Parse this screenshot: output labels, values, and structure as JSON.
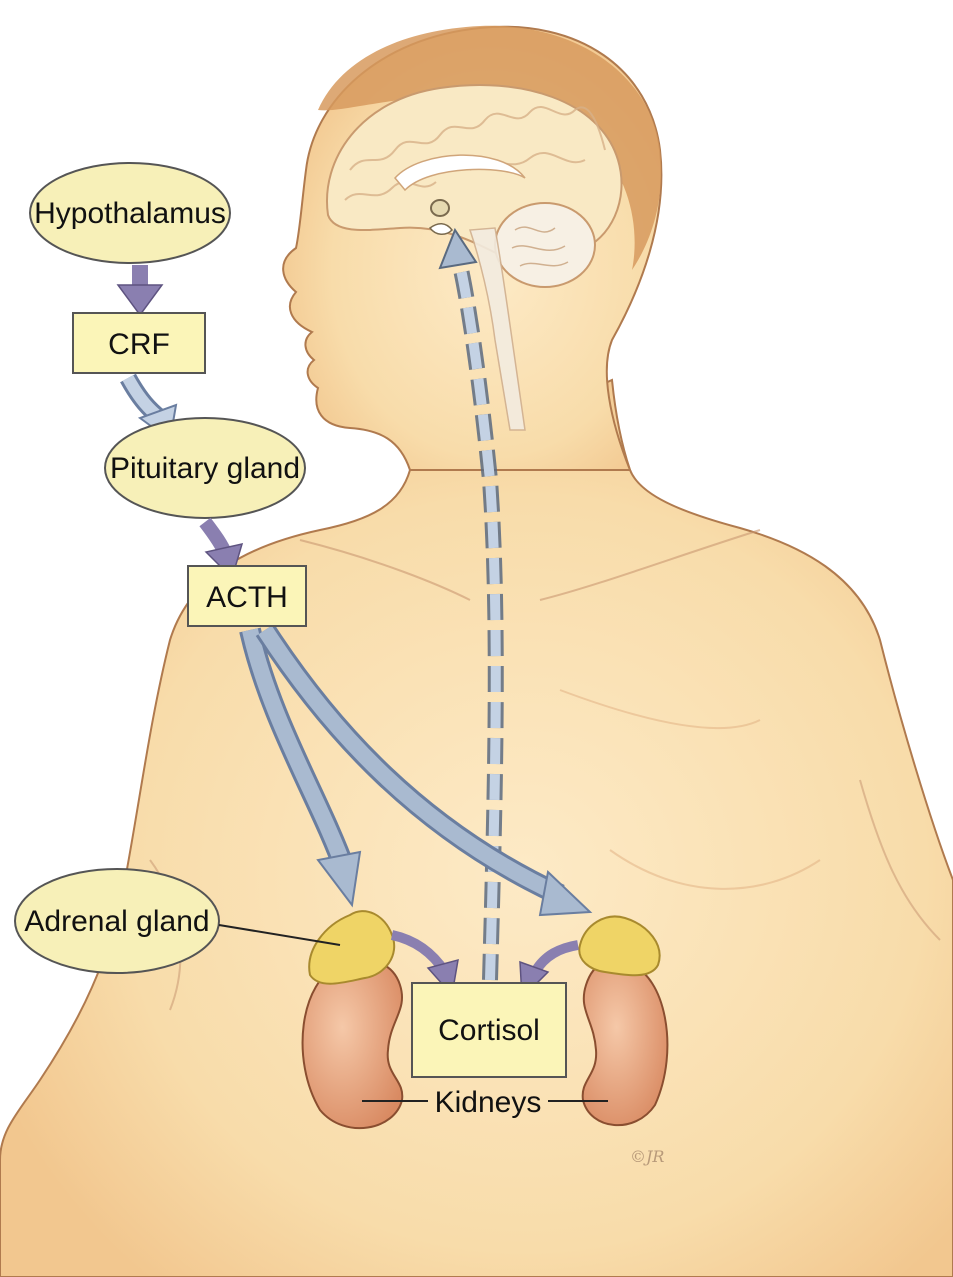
{
  "diagram": {
    "nodes": {
      "hypothalamus": "Hypothalamus",
      "crf": "CRF",
      "pituitary": "Pituitary gland",
      "acth": "ACTH",
      "adrenal": "Adrenal gland",
      "cortisol": "Cortisol",
      "kidneys": "Kidneys"
    },
    "signature": "©JR"
  },
  "colors": {
    "skin": "#f8dcaa",
    "skin_outline": "#b07a4e",
    "hair": "#d79a5e",
    "brain": "#f9e9c4",
    "ellipse_fill": "#f7f0b8",
    "box_fill": "#fbf5b8",
    "arrow_purple": "#8a7fb0",
    "arrow_blue": "#a9bad0",
    "adrenal": "#efd466",
    "kidney": "#e8a07a"
  }
}
